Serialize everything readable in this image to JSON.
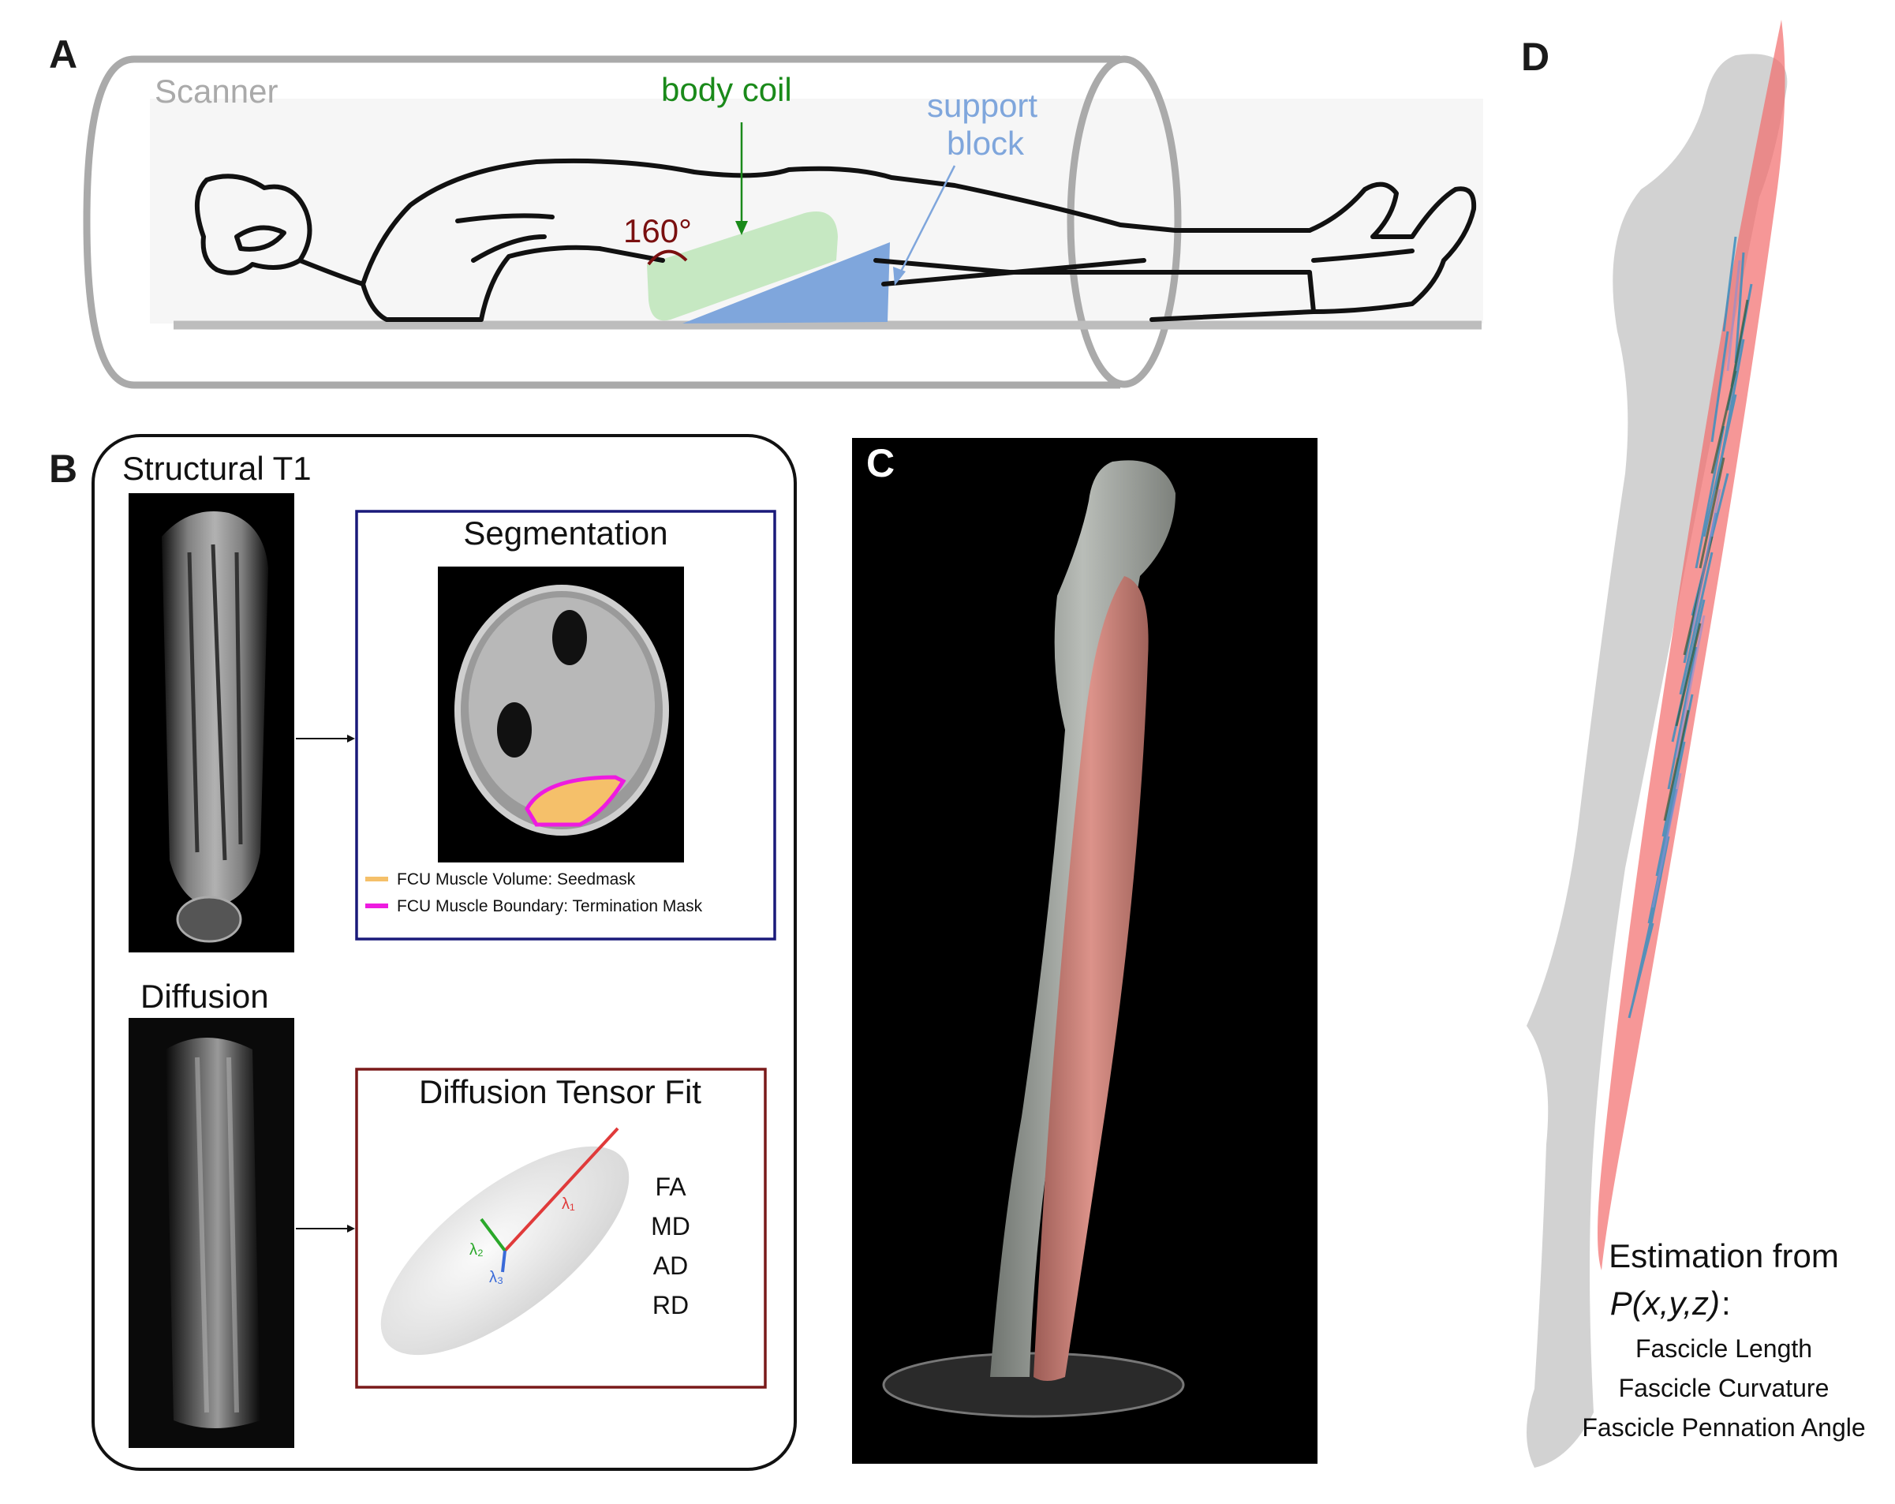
{
  "panels": {
    "a": "A",
    "b": "B",
    "c": "C",
    "d": "D"
  },
  "panel_a": {
    "scanner_label": "Scanner",
    "body_coil_label": "body coil",
    "angle_label": "160°",
    "support_label_line1": "support",
    "support_label_line2": "block"
  },
  "panel_b": {
    "structural_title": "Structural T1",
    "diffusion_title": "Diffusion",
    "segmentation_title": "Segmentation",
    "legend_seed": "FCU Muscle Volume: Seedmask",
    "legend_term": "FCU Muscle Boundary: Termination Mask",
    "tensor_title": "Diffusion Tensor Fit",
    "lambda1": "λ₁",
    "lambda2": "λ₂",
    "lambda3": "λ₃",
    "metrics": [
      "FA",
      "MD",
      "AD",
      "RD"
    ]
  },
  "panel_d": {
    "estimation_title": "Estimation from",
    "estimation_formula": "P(x,y,z)",
    "estimation_colon": ":",
    "outputs": [
      "Fascicle Length",
      "Fascicle Curvature",
      "Fascicle Pennation Angle"
    ]
  },
  "colors": {
    "scanner": "#aaaaaa",
    "body_coil": "#1a8a1a",
    "support_block": "#7fa6dc",
    "angle": "#7a1010",
    "segmentation_frame": "#1a1a7a",
    "tensor_frame": "#7a1a1a",
    "seedmask": "#f5c06a",
    "termination": "#ee1be0",
    "muscle": "#d98a80",
    "fascicle_plane": "#f26b6b",
    "fascicles": "#3a8fc0"
  }
}
